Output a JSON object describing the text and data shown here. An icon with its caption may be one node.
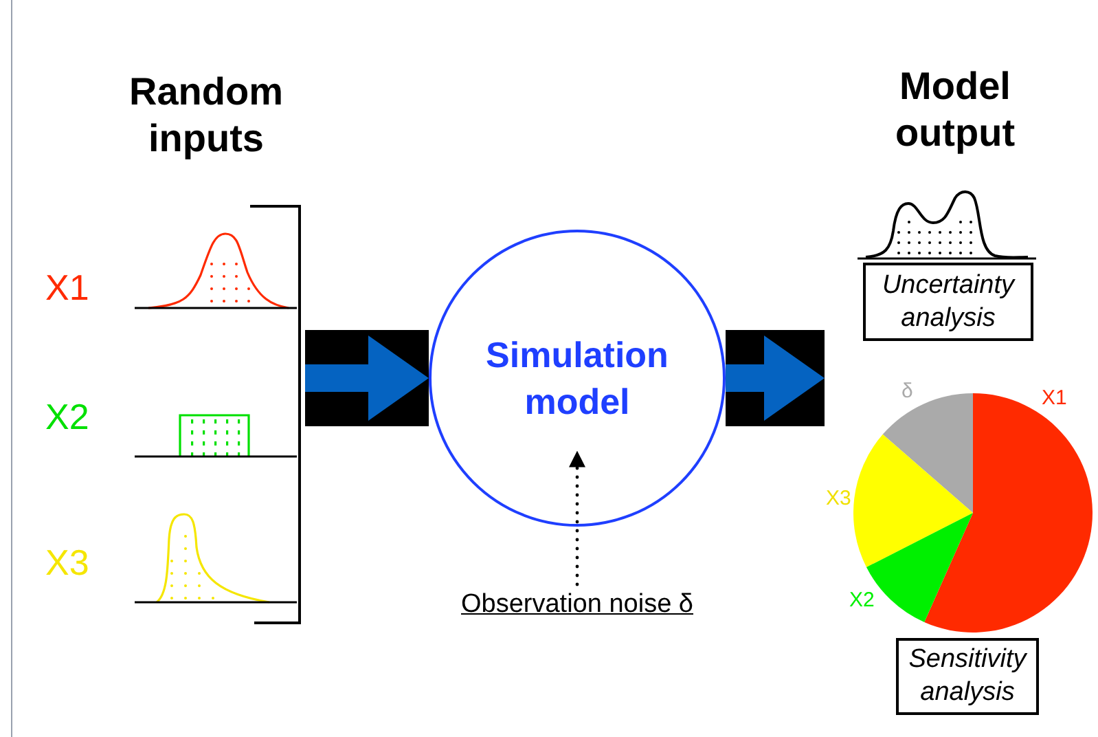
{
  "diagram": {
    "nodes": [
      {
        "text": [
          "Random inputs"
        ]
      },
      {
        "text": [
          "X1"
        ],
        "in": 0
      },
      {
        "text": [
          "X2"
        ],
        "in": 0
      },
      {
        "text": [
          "X3"
        ],
        "in": 0
      },
      {
        "text": [
          "Simulation model"
        ]
      },
      {
        "text": [
          "Observation noise δ"
        ]
      },
      {
        "text": [
          "Model output"
        ]
      },
      {
        "text": [
          "Uncertainty analysis"
        ],
        "in": 6
      },
      {
        "text": [
          "Sensitivity analysis"
        ]
      }
    ],
    "edges": [
      {
        "from": 0,
        "to": 4,
        "arrow": "to",
        "style": "thick"
      },
      {
        "from": 4,
        "to": 6,
        "arrow": "to",
        "style": "thick"
      },
      {
        "from": 5,
        "to": 4,
        "arrow": "to",
        "style": "dashed",
        "color": "#000000"
      }
    ],
    "labels": [
      "δ",
      "X1",
      "X3",
      "X2"
    ]
  }
}
